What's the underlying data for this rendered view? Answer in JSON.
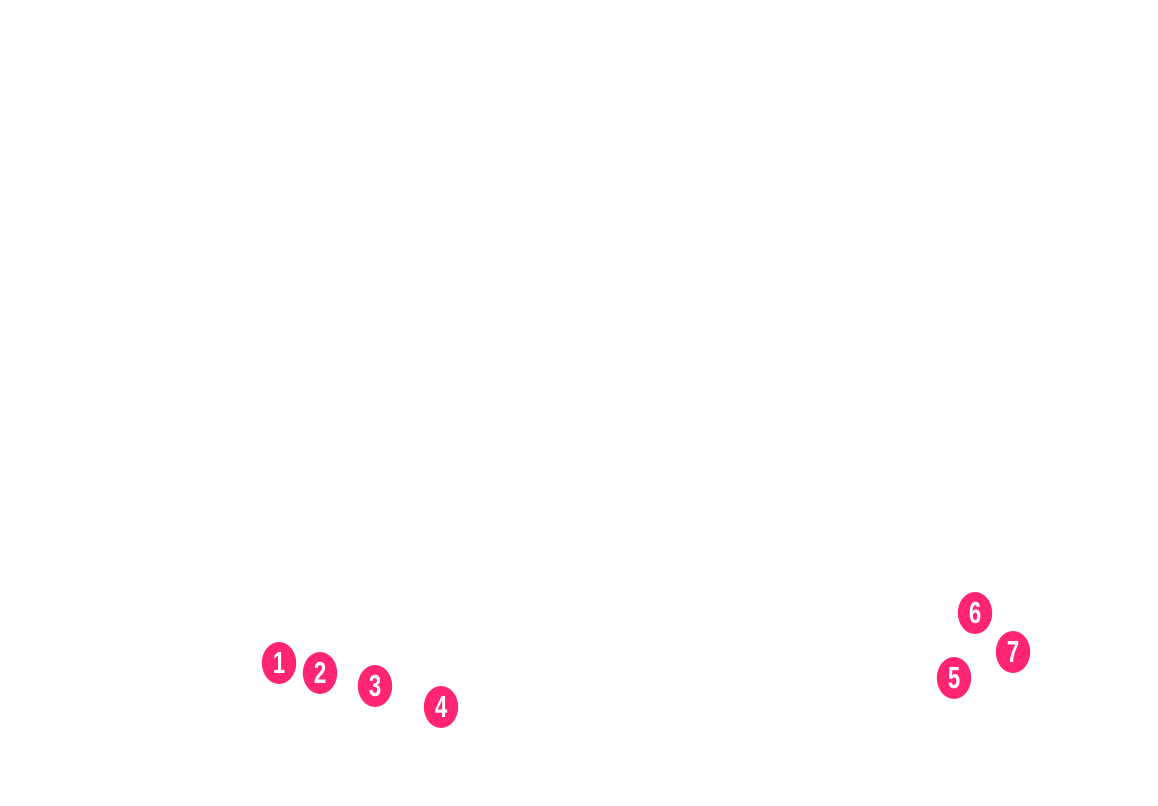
{
  "canvas": {
    "background_color": "#ffffff"
  },
  "markers": {
    "color": "#ff2573",
    "text_color": "#ffffff",
    "items": [
      {
        "label": "1"
      },
      {
        "label": "2"
      },
      {
        "label": "3"
      },
      {
        "label": "4"
      },
      {
        "label": "5"
      },
      {
        "label": "6"
      },
      {
        "label": "7"
      }
    ]
  }
}
